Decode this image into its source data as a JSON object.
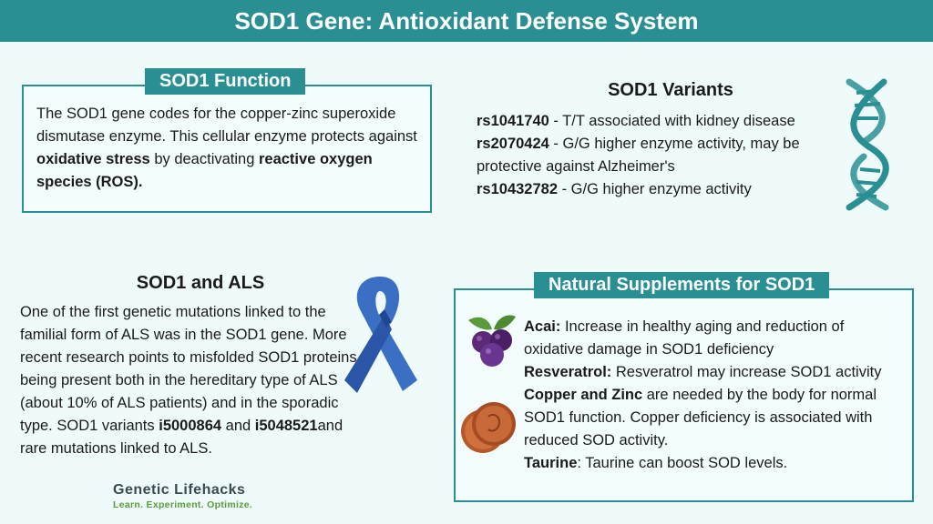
{
  "title": "SOD1 Gene: Antioxidant Defense System",
  "function_box": {
    "tag": "SOD1 Function",
    "p1": "The SOD1 gene codes for the copper-zinc superoxide dismutase enzyme. This cellular enzyme protects against ",
    "b1": "oxidative stress",
    "p2": " by deactivating ",
    "b2": "reactive oxygen species (ROS)."
  },
  "variants": {
    "heading": "SOD1 Variants",
    "items": [
      {
        "rsid": "rs1041740",
        "desc": " - T/T associated with kidney disease"
      },
      {
        "rsid": "rs2070424",
        "desc": " - G/G higher enzyme activity, may be protective against Alzheimer's"
      },
      {
        "rsid": "rs10432782",
        "desc": " - G/G higher enzyme activity"
      }
    ]
  },
  "als": {
    "heading": "SOD1 and ALS",
    "p1": "One of the first genetic mutations linked to the familial form of ALS was in the SOD1 gene. More recent research points to misfolded SOD1 proteins being present both in the hereditary type of ALS (about 10% of ALS patients) and in the sporadic type. SOD1 variants ",
    "b1": "i5000864",
    "p2": " and ",
    "b2": "i5048521",
    "p3": "and rare mutations linked to ALS."
  },
  "supplements": {
    "tag": "Natural Supplements for SOD1",
    "items": [
      {
        "name": "Acai:",
        "desc": " Increase in healthy aging and reduction of oxidative damage in SOD1 deficiency"
      },
      {
        "name": "Resveratrol:",
        "desc": " Resveratrol may increase SOD1 activity"
      },
      {
        "name": "Copper and Zinc",
        "desc": " are needed by the body for normal SOD1 function. Copper deficiency is associated with reduced SOD activity."
      },
      {
        "name": "Taurine",
        "desc": ": Taurine can boost SOD levels."
      }
    ]
  },
  "logo": {
    "line1": "Genetic Lifehacks",
    "line2": "Learn. Experiment. Optimize."
  },
  "colors": {
    "accent": "#2a8f93",
    "background": "#effbfb",
    "ribbon": "#3b6fc4",
    "logo_green": "#5b9b3a"
  },
  "icons": [
    "dna-helix-icon",
    "awareness-ribbon-icon",
    "acai-berries-icon",
    "copper-coins-icon"
  ]
}
